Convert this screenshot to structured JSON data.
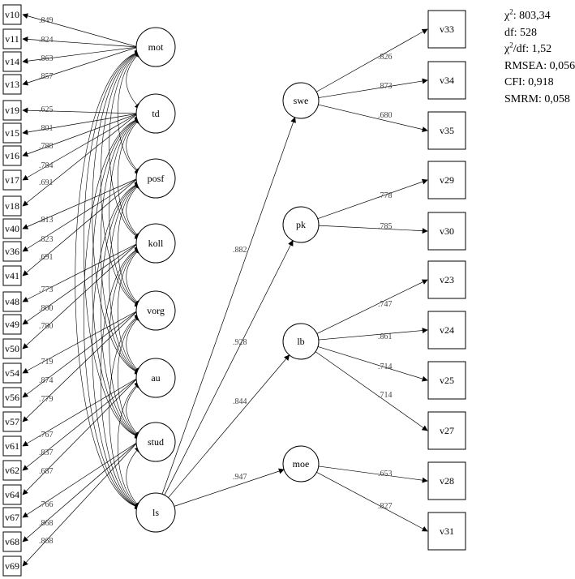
{
  "left_indicators": [
    "v10",
    "v11",
    "v14",
    "v13",
    "v19",
    "v15",
    "v16",
    "v17",
    "v18",
    "v40",
    "v36",
    "v41",
    "v48",
    "v49",
    "v50",
    "v54",
    "v56",
    "v57",
    "v61",
    "v62",
    "v64",
    "v67",
    "v68",
    "v69"
  ],
  "first_order_factors": [
    "mot",
    "td",
    "posf",
    "koll",
    "vorg",
    "au",
    "stud",
    "ls"
  ],
  "left_loadings": [
    ".849",
    ".824",
    ".863",
    ".857",
    ".625",
    ".801",
    ".788",
    ".784",
    ".691",
    ".813",
    ".823",
    ".691",
    ".773",
    ".800",
    ".780",
    ".719",
    ".874",
    ".779",
    ".767",
    ".837",
    ".687",
    ".766",
    ".868",
    ".868"
  ],
  "right_factors": [
    "swe",
    "pk",
    "lb",
    "moe"
  ],
  "factor_loadings": [
    ".882",
    ".928",
    ".844",
    ".947"
  ],
  "right_indicators": [
    "v33",
    "v34",
    "v35",
    "v29",
    "v30",
    "v23",
    "v24",
    "v25",
    "v27",
    "v28",
    "v31"
  ],
  "right_loadings": [
    ".826",
    ".873",
    ".680",
    ".778",
    ".785",
    ".747",
    ".861",
    ".714",
    ".714",
    ".653",
    ".827"
  ],
  "fit": {
    "chi_symbol": "χ",
    "sq": "2",
    "chi2_value": ": 803,34",
    "df": "df: 528",
    "chi2_df_suffix": "/df: 1,52",
    "rmsea": "RMSEA: 0,056",
    "cfi": "CFI: 0,918",
    "smrm": "SMRM: 0,058"
  }
}
